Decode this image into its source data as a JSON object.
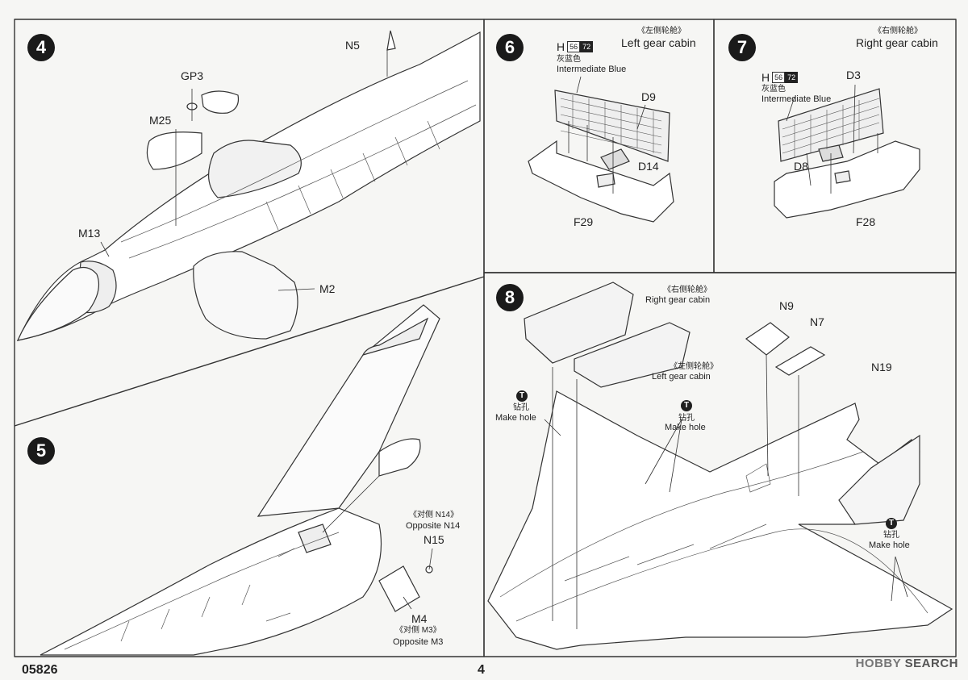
{
  "footer": {
    "code": "05826",
    "page": "4"
  },
  "watermark": {
    "logo_text": "HOBBY",
    "logo_suffix": "SEARCH"
  },
  "drill_icon": "T",
  "steps": {
    "s4": {
      "number": "4",
      "labels": {
        "n5": "N5",
        "gp3": "GP3",
        "m25": "M25",
        "m13": "M13",
        "m2": "M2"
      }
    },
    "s5": {
      "number": "5",
      "opp_n14_cn": "《对侧 N14》",
      "opp_n14_en": "Opposite N14",
      "n15": "N15",
      "m4": "M4",
      "opp_m3_cn": "《对侧 M3》",
      "opp_m3_en": "Opposite M3"
    },
    "s6": {
      "number": "6",
      "title_cn": "《左侧轮舱》",
      "title_en": "Left gear cabin",
      "paint_h": "H",
      "paint_code1": "56",
      "paint_code2": "72",
      "paint_cn": "灰蓝色",
      "paint_en": "Intermediate Blue",
      "d9": "D9",
      "d14": "D14",
      "f29": "F29"
    },
    "s7": {
      "number": "7",
      "title_cn": "《右侧轮舱》",
      "title_en": "Right gear cabin",
      "paint_h": "H",
      "paint_code1": "56",
      "paint_code2": "72",
      "paint_cn": "灰蓝色",
      "paint_en": "Intermediate Blue",
      "d3": "D3",
      "d8": "D8",
      "f28": "F28"
    },
    "s8": {
      "number": "8",
      "right_cn": "《右侧轮舱》",
      "right_en": "Right gear cabin",
      "left_cn": "《左侧轮舱》",
      "left_en": "Left gear cabin",
      "n9": "N9",
      "n7": "N7",
      "n19": "N19",
      "hole_cn": "钻孔",
      "hole_en": "Make hole"
    }
  }
}
